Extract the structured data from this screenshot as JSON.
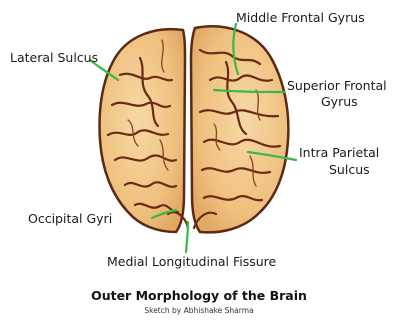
{
  "labels": {
    "middle_frontal_gyrus": "Middle Frontal Gyrus",
    "lateral_sulcus": "Lateral Sulcus",
    "superior_frontal_gyrus_line1": "Superior Frontal",
    "superior_frontal_gyrus_line2": "Gyrus",
    "intra_parietal_sulcus_line1": "Intra Parietal",
    "intra_parietal_sulcus_line2": "Sulcus",
    "occipital_gyri": "Occipital Gyri",
    "medial_longitudinal_fissure": "Medial Longitudinal Fissure"
  },
  "caption": {
    "title": "Outer Morphology of the Brain",
    "credit": "Sketch by Abhishake Sharma"
  },
  "colors": {
    "brain_fill": "#f1c98a",
    "brain_outline": "#5a2a14",
    "sulcus": "#6b2a14",
    "leader_line": "#3cb84a"
  }
}
